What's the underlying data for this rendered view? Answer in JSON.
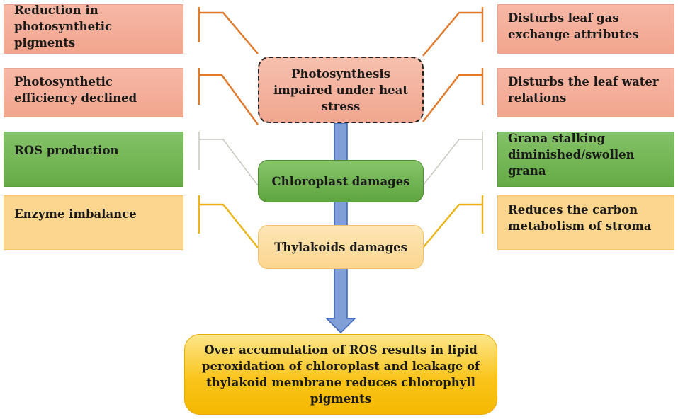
{
  "diagram": {
    "left_boxes": [
      {
        "text": "Reduction in photosynthetic pigments",
        "color": "#f4ad97"
      },
      {
        "text": "Photosynthetic efficiency declined",
        "color": "#f4ad97"
      },
      {
        "text": "ROS production",
        "color": "#70b551"
      },
      {
        "text": "Enzyme imbalance",
        "color": "#fcd68f"
      }
    ],
    "right_boxes": [
      {
        "text": "Disturbs leaf gas exchange attributes",
        "color": "#f4ad97"
      },
      {
        "text": "Disturbs the leaf water relations",
        "color": "#f4ad97"
      },
      {
        "text": "Grana stalking diminished/swollen grana",
        "color": "#70b551"
      },
      {
        "text": "Reduces the carbon metabolism of stroma",
        "color": "#fcd68f"
      }
    ],
    "center": {
      "photosynthesis": "Photosynthesis impaired under heat stress",
      "chloroplast": "Chloroplast damages",
      "thylakoids": "Thylakoids damages"
    },
    "final": "Over accumulation of ROS results in lipid peroxidation of chloroplast and leakage of thylakoid membrane reduces chlorophyll pigments",
    "colors": {
      "orange_connector": "#e07b2e",
      "gray_connector": "#c8c8c0",
      "yellow_connector": "#eab51a",
      "arrow_fill": "#7f9fd6",
      "arrow_stroke": "#3a63b8"
    }
  }
}
